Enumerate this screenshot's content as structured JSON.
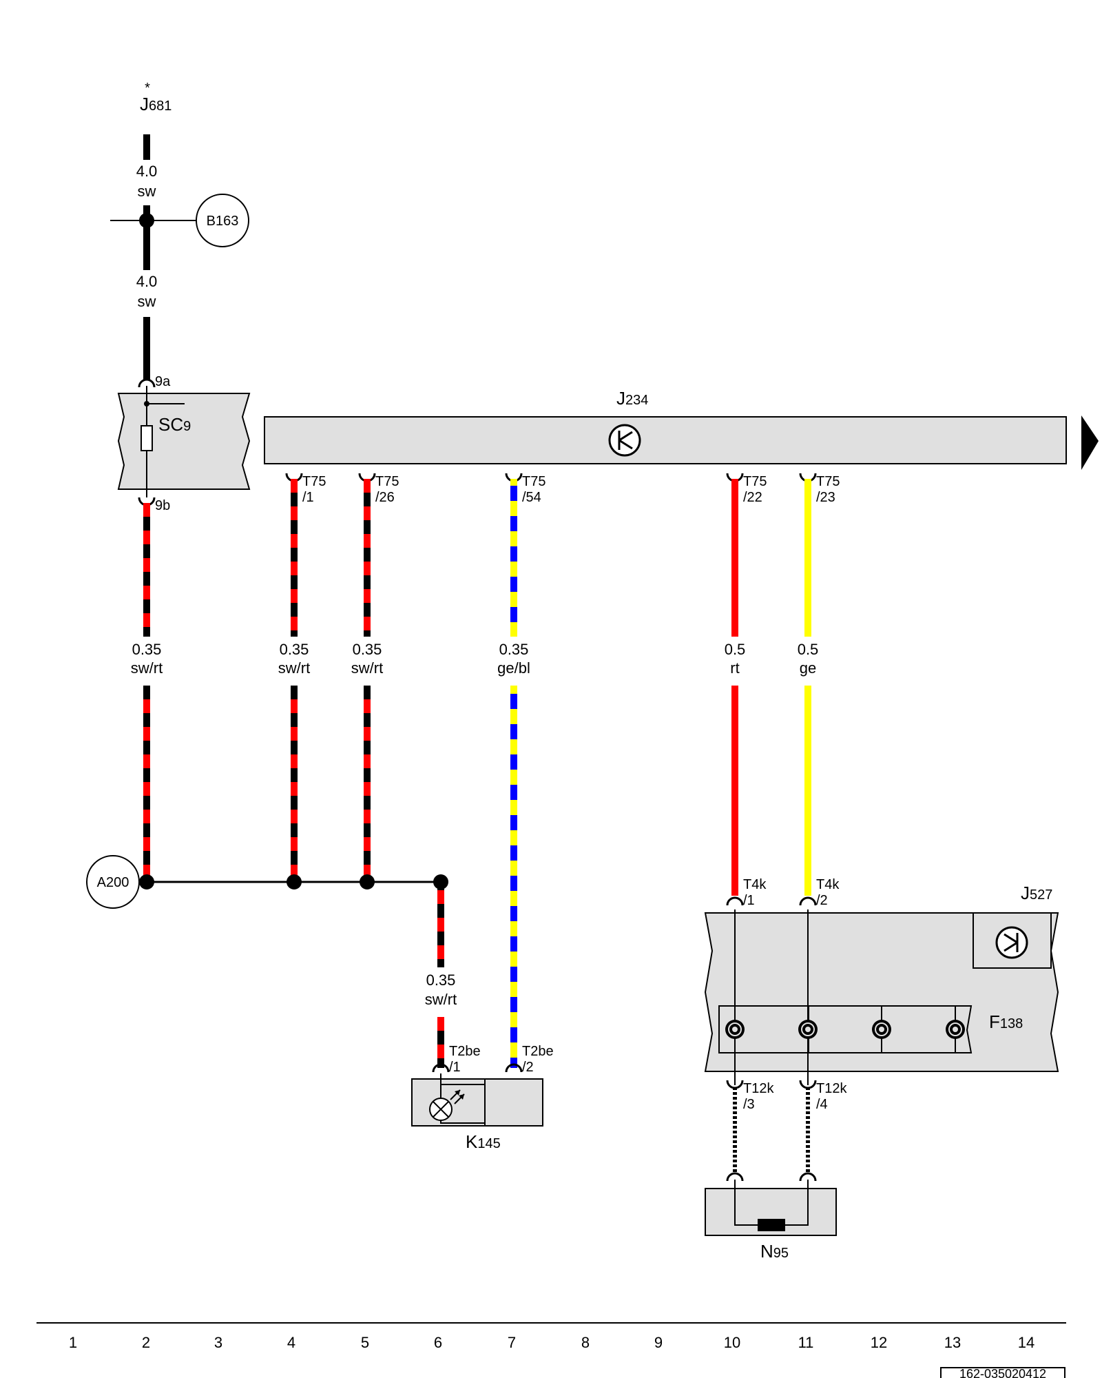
{
  "components": {
    "j681": {
      "name": "J",
      "sub": "681",
      "mark": "*"
    },
    "b163": {
      "label": "B163"
    },
    "sc9": {
      "name": "SC",
      "sub": "9",
      "pin_in": "9a",
      "pin_out": "9b"
    },
    "j234": {
      "name": "J",
      "sub": "234"
    },
    "a200": {
      "label": "A200"
    },
    "k145": {
      "name": "K",
      "sub": "145"
    },
    "j527": {
      "name": "J",
      "sub": "527"
    },
    "f138": {
      "name": "F",
      "sub": "138"
    },
    "n95": {
      "name": "N",
      "sub": "95"
    }
  },
  "wires": {
    "w1": {
      "size": "4.0",
      "color": "sw"
    },
    "w2": {
      "size": "4.0",
      "color": "sw"
    },
    "w3": {
      "size": "0.35",
      "color": "sw/rt"
    },
    "w4": {
      "size": "0.35",
      "color": "sw/rt"
    },
    "w5": {
      "size": "0.35",
      "color": "sw/rt"
    },
    "w6": {
      "size": "0.35",
      "color": "ge/bl"
    },
    "w7": {
      "size": "0.5",
      "color": "rt"
    },
    "w8": {
      "size": "0.5",
      "color": "ge"
    },
    "w9": {
      "size": "0.35",
      "color": "sw/rt"
    }
  },
  "pins": {
    "t75_1": {
      "conn": "T75",
      "num": "/1"
    },
    "t75_26": {
      "conn": "T75",
      "num": "/26"
    },
    "t75_54": {
      "conn": "T75",
      "num": "/54"
    },
    "t75_22": {
      "conn": "T75",
      "num": "/22"
    },
    "t75_23": {
      "conn": "T75",
      "num": "/23"
    },
    "t4k_1": {
      "conn": "T4k",
      "num": "/1"
    },
    "t4k_2": {
      "conn": "T4k",
      "num": "/2"
    },
    "t2be_1": {
      "conn": "T2be",
      "num": "/1"
    },
    "t2be_2": {
      "conn": "T2be",
      "num": "/2"
    },
    "t12k_3": {
      "conn": "T12k",
      "num": "/3"
    },
    "t12k_4": {
      "conn": "T12k",
      "num": "/4"
    }
  },
  "columns": [
    "1",
    "2",
    "3",
    "4",
    "5",
    "6",
    "7",
    "8",
    "9",
    "10",
    "11",
    "12",
    "13",
    "14"
  ],
  "doc_code": "162-035020412",
  "colors": {
    "black": "#000000",
    "red": "#ff0000",
    "yellow": "#ffff00",
    "blue": "#0000ff",
    "box": "#e0e0e0"
  }
}
